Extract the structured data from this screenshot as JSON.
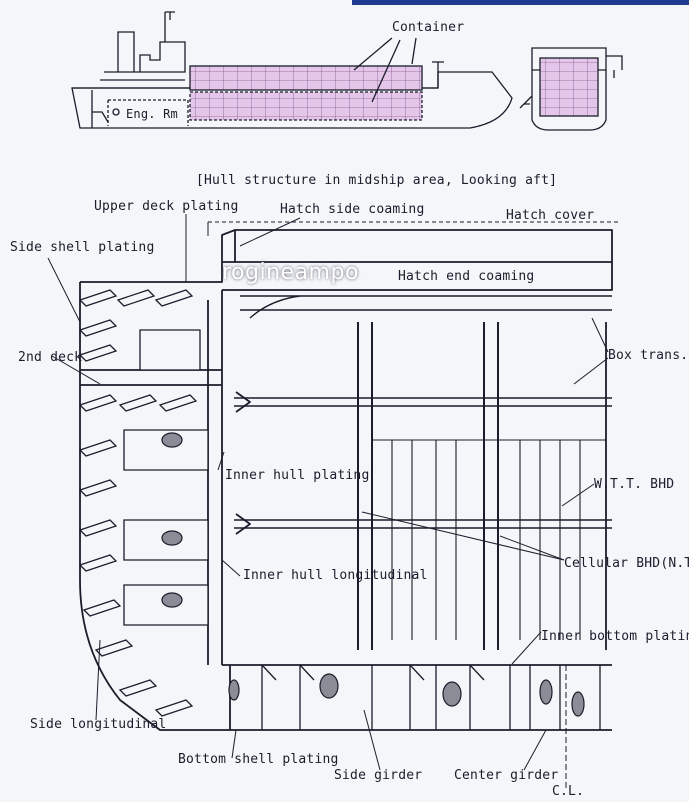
{
  "labels": {
    "container": "Container",
    "eng_rm": "Eng. Rm",
    "caption": "[Hull structure in midship area, Looking aft]",
    "upper_deck_plating": "Upper deck plating",
    "hatch_side_coaming": "Hatch side coaming",
    "hatch_cover": "Hatch cover",
    "side_shell_plating": "Side shell plating",
    "hatch_end_coaming": "Hatch end coaming",
    "second_deck": "2nd deck",
    "box_trans": "Box trans.",
    "inner_hull_plating": "Inner hull plating",
    "wtt_bhd": "W.T.T. BHD",
    "inner_hull_longitudinal": "Inner hull longitudinal",
    "cellular_bhd": "Cellular BHD(N.T.)",
    "inner_bottom_plating": "Inner bottom plating",
    "side_longitudinal": "Side longitudinal",
    "bottom_shell_plating": "Bottom shell plating",
    "side_girder": "Side girder",
    "center_girder": "Center girder",
    "cl": "C.L."
  },
  "watermark": "rogineampo",
  "colors": {
    "line": "#1a1d2b",
    "container_fill": "#e3c6e8",
    "hull_fill": "#f4f6f9",
    "accent_bar": "#1f3a8f"
  }
}
